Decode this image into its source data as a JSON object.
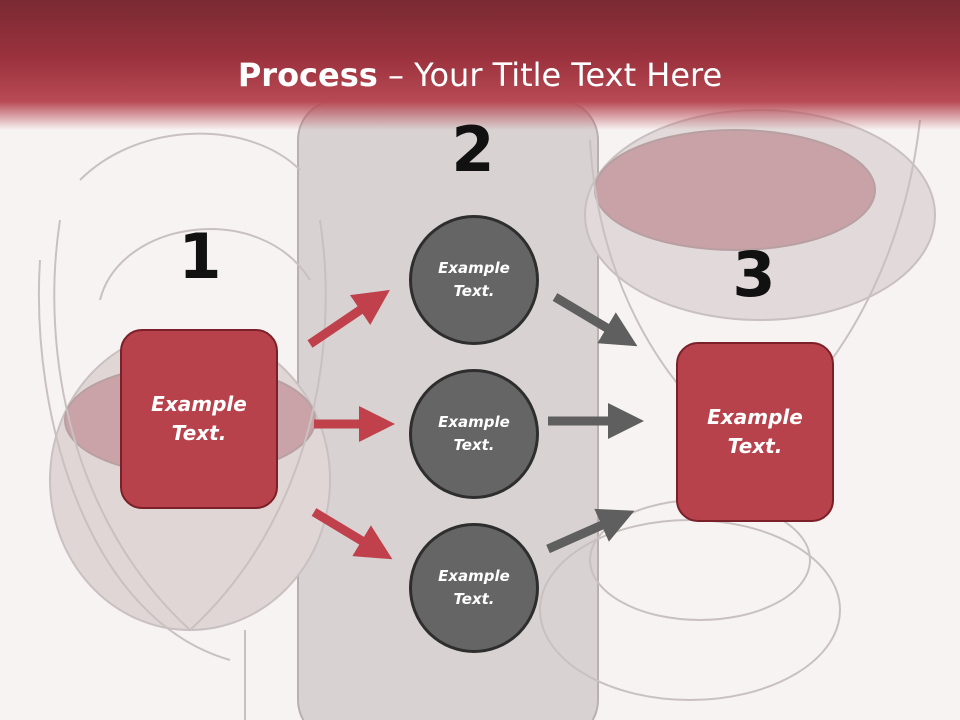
{
  "title": {
    "bold": "Process",
    "rest": " – Your Title Text Here"
  },
  "steps": {
    "one": "1",
    "two": "2",
    "three": "3"
  },
  "boxes": {
    "left": "Example\nText.",
    "right": "Example\nText."
  },
  "circles": {
    "top": "Example\nText.",
    "middle": "Example\nText.",
    "bottom": "Example\nText."
  },
  "colors": {
    "header": "#9b323d",
    "box_fill": "#b8424b",
    "circle_fill": "#666565",
    "red_arrow": "#c0414c",
    "gray_arrow": "#5f5f5f"
  }
}
